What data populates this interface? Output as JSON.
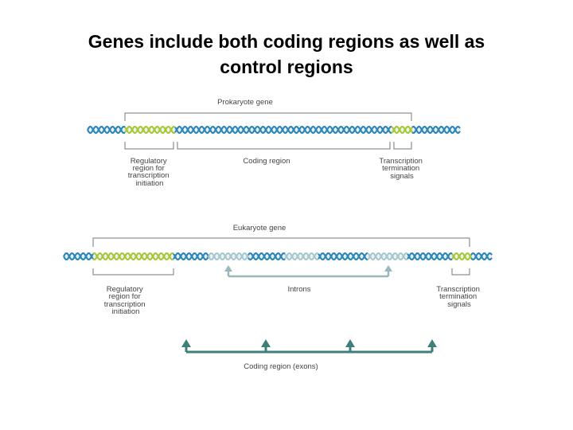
{
  "slide": {
    "title_line1": "Genes include both coding regions as well as",
    "title_line2": "control regions"
  },
  "prokaryote": {
    "gene_label": "Prokaryote gene",
    "regulatory_label": [
      "Regulatory",
      "region for",
      "transcription",
      "initiation"
    ],
    "coding_label": "Coding region",
    "termination_label": [
      "Transcription",
      "termination",
      "signals"
    ]
  },
  "eukaryote": {
    "gene_label": "Eukaryote gene",
    "regulatory_label": [
      "Regulatory",
      "region for",
      "transcription",
      "initiation"
    ],
    "introns_label": "Introns",
    "termination_label": [
      "Transcription",
      "termination",
      "signals"
    ],
    "exons_label": "Coding region (exons)"
  },
  "colors": {
    "dna_blue": "#2f86b8",
    "dna_green": "#a8c83a",
    "dna_pale": "#a8c8d0",
    "bracket": "#777777",
    "intron_arrow": "#9ab8bc",
    "exon_arrow": "#3d7f7a"
  }
}
